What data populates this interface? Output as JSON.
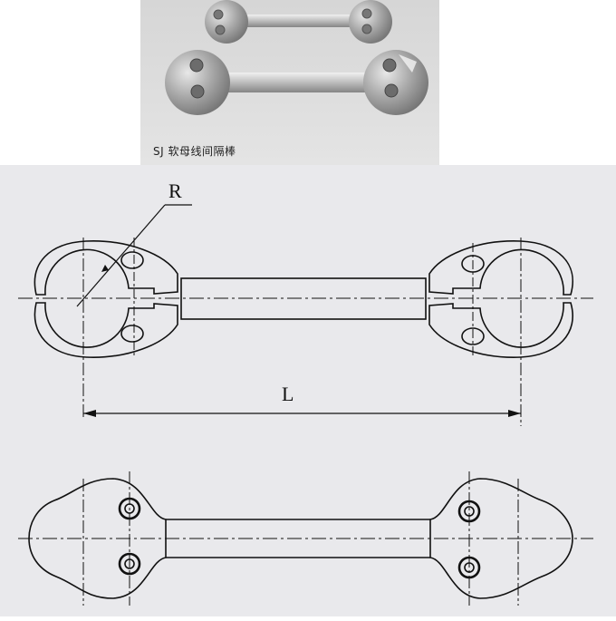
{
  "photo": {
    "caption": "SJ 软母线间隔棒"
  },
  "drawing": {
    "radius_label": "R",
    "length_label": "L"
  }
}
